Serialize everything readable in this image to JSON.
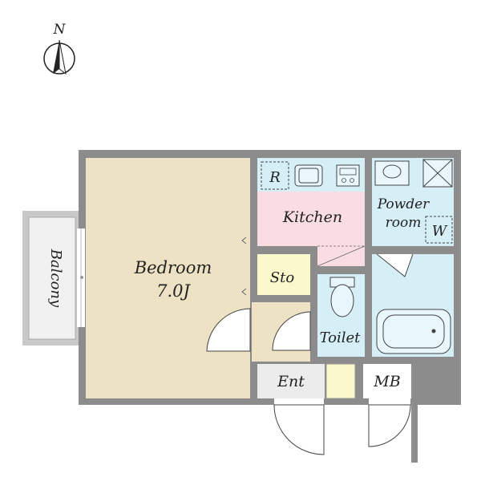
{
  "compass": {
    "label": "N",
    "icon": "north-arrow-icon"
  },
  "rooms": {
    "bedroom": {
      "name": "Bedroom",
      "size": "7.0J"
    },
    "balcony": {
      "name": "Balcony"
    },
    "kitchen": {
      "name": "Kitchen",
      "fridge": "R"
    },
    "powder_room": {
      "name_line1": "Powder",
      "name_line2": "room",
      "washer": "W"
    },
    "storage": {
      "name": "Sto"
    },
    "toilet": {
      "name": "Toilet"
    },
    "entrance": {
      "name": "Ent"
    },
    "meter_box": {
      "name": "MB"
    }
  },
  "colors": {
    "bedroom": "#ede3c4",
    "kitchen": "#f9dde2",
    "wet_area": "#d6eef6",
    "storage": "#fbf9cc",
    "entrance": "#ececec",
    "wall": "#8c8c8c",
    "balcony": "#f1f1f1"
  }
}
